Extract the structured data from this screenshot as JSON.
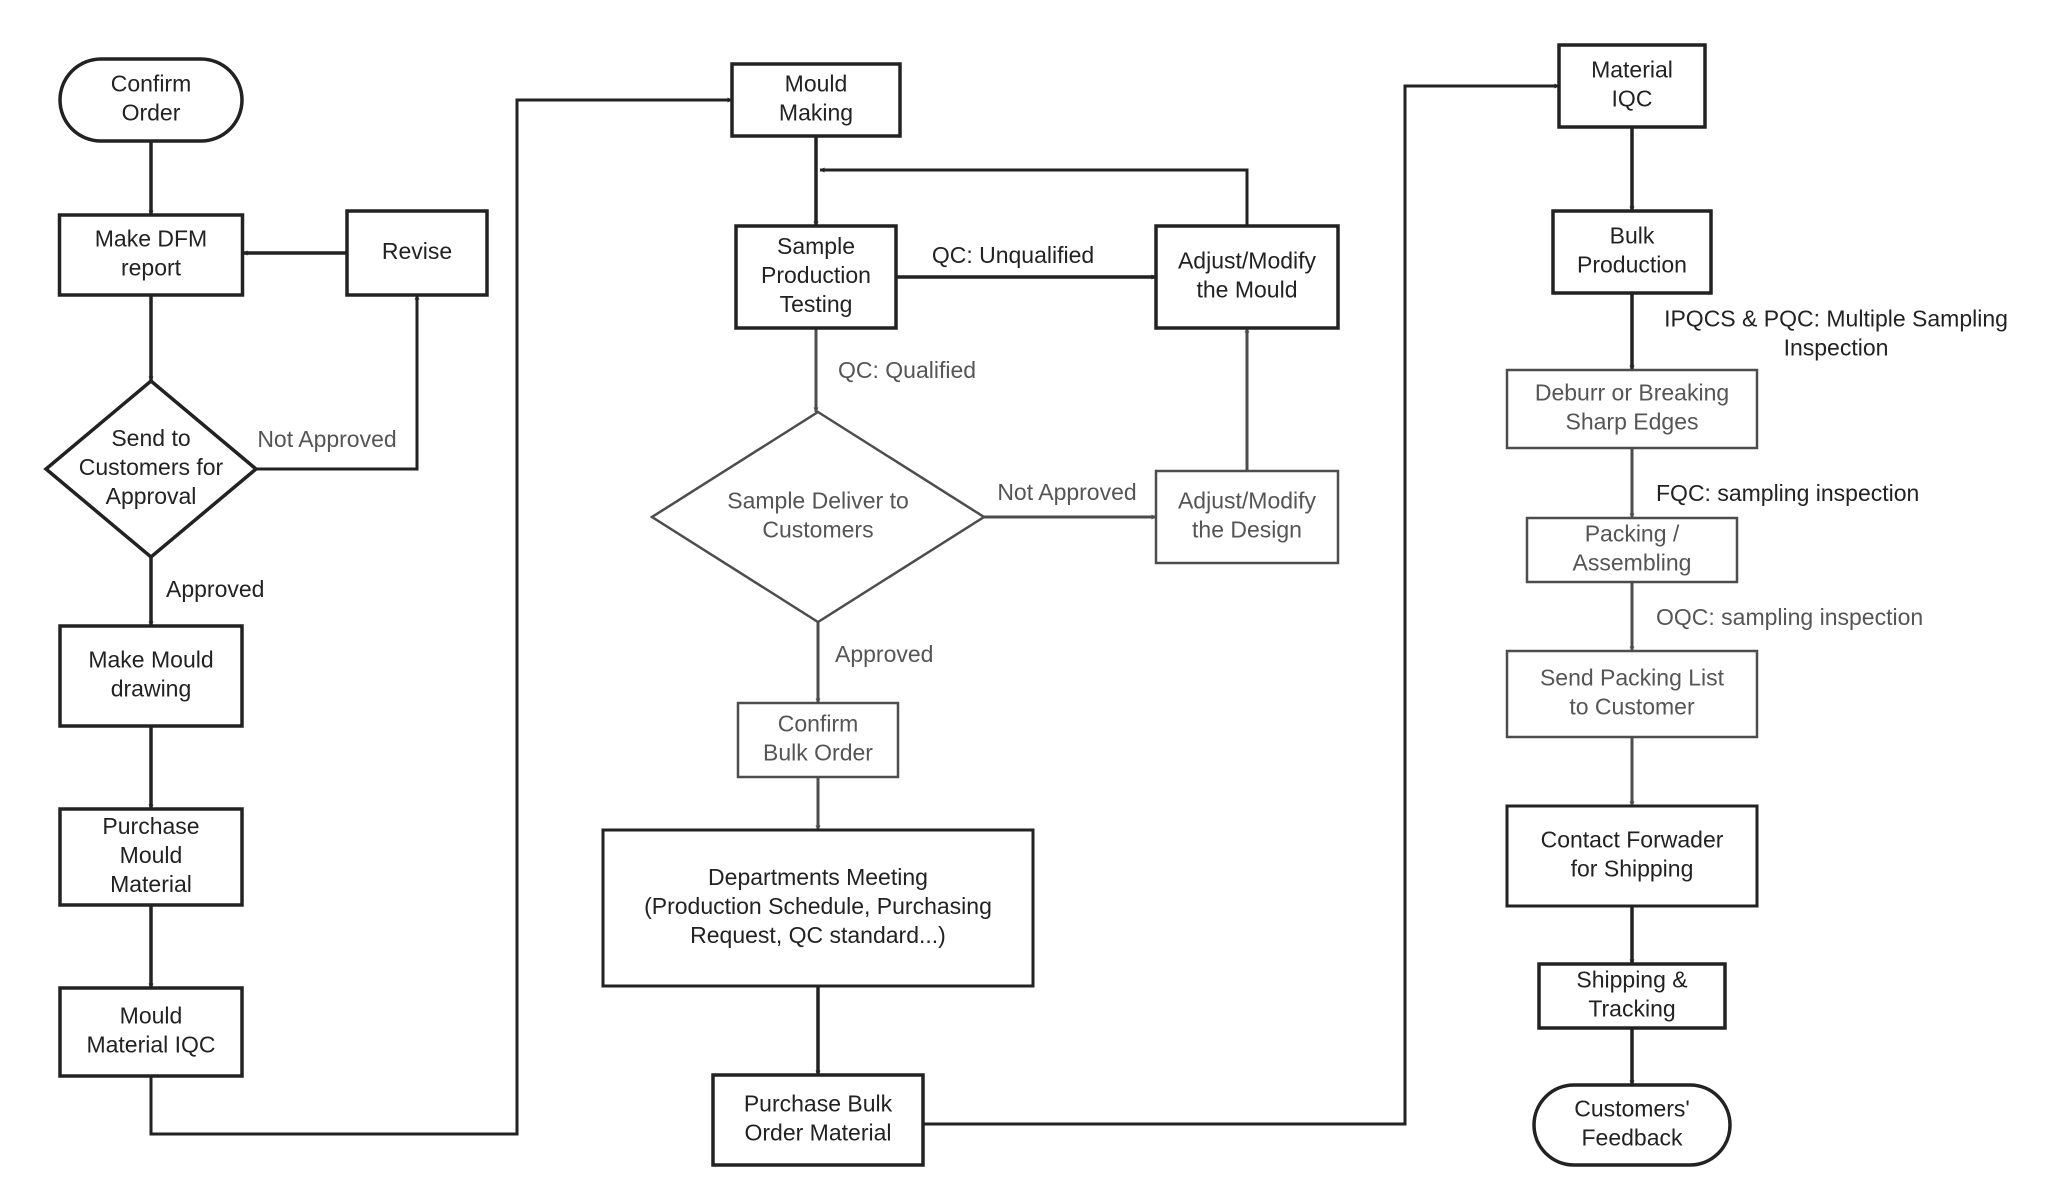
{
  "nodes": {
    "confirm_order": "Confirm\nOrder",
    "make_dfm_report": "Make DFM\nreport",
    "revise": "Revise",
    "send_to_customers_for_approval": "Send to\nCustomers for\nApproval",
    "make_mould_drawing": "Make Mould\ndrawing",
    "purchase_mould_material": "Purchase\nMould\nMaterial",
    "mould_material_iqc": "Mould\nMaterial IQC",
    "mould_making": "Mould\nMaking",
    "sample_production_testing": "Sample\nProduction\nTesting",
    "adjust_modify_the_mould": "Adjust/Modify\nthe Mould",
    "sample_deliver_to_customers": "Sample Deliver to\nCustomers",
    "adjust_modify_the_design": "Adjust/Modify\nthe Design",
    "confirm_bulk_order": "Confirm\nBulk Order",
    "departments_meeting": "Departments Meeting\n(Production Schedule, Purchasing\nRequest, QC standard...)",
    "purchase_bulk_order_material": "Purchase Bulk\nOrder Material",
    "material_iqc": "Material\nIQC",
    "bulk_production": "Bulk\nProduction",
    "deburr_or_breaking_sharp_edges": "Deburr or Breaking\nSharp Edges",
    "packing_assembling": "Packing /\nAssembling",
    "send_packing_list_to_customer": "Send Packing List\nto Customer",
    "contact_forwader_for_shipping": "Contact Forwader\nfor Shipping",
    "shipping_tracking": "Shipping &\nTracking",
    "customers_feedback": "Customers'\nFeedback"
  },
  "edge_labels": {
    "not_approved_dfm": "Not Approved",
    "approved_dfm": "Approved",
    "qc_unqualified": "QC: Unqualified",
    "qc_qualified": "QC: Qualified",
    "not_approved_sample": "Not Approved",
    "approved_sample": "Approved",
    "ipqcs_pqc": "IPQCS & PQC: Multiple Sampling\nInspection",
    "fqc_sampling": "FQC: sampling inspection",
    "oqc_sampling": "OQC: sampling inspection"
  },
  "colors": {
    "stroke_dark": "#222222",
    "stroke_gray": "#4d4d4d",
    "text_dark": "#222222",
    "text_gray": "#555555",
    "background": "#ffffff"
  }
}
